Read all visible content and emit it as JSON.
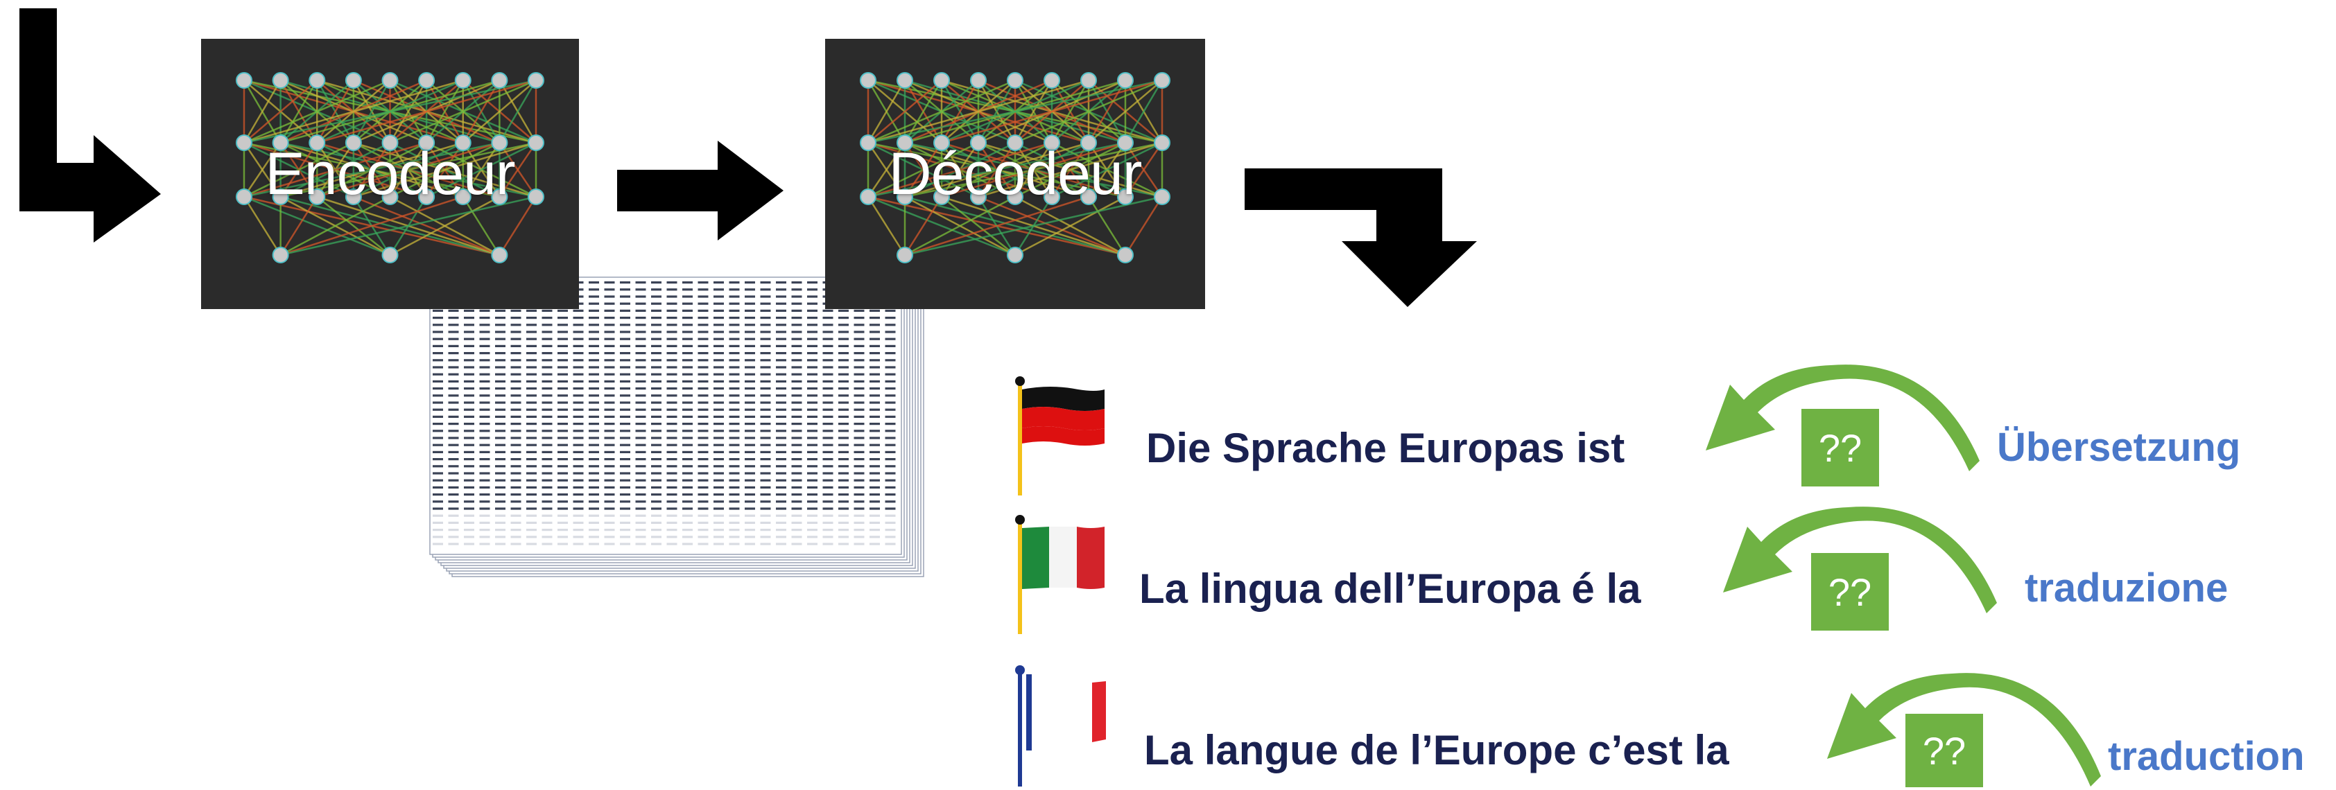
{
  "encoder": {
    "label": "Encodeur"
  },
  "decoder": {
    "label": "Décodeur"
  },
  "rows": [
    {
      "sentence": "Die Sprache Europas ist",
      "placeholder": "??",
      "word": "Übersetzung",
      "flag": "germany-flag-icon"
    },
    {
      "sentence": "La lingua dell’Europa é la",
      "placeholder": "??",
      "word": "traduzione",
      "flag": "italy-flag-icon"
    },
    {
      "sentence": "La langue de l’Europe c’est la",
      "placeholder": "??",
      "word": "traduction",
      "flag": "france-flag-icon"
    }
  ],
  "colors": {
    "box": "#2b2b2b",
    "arrow": "#000000",
    "green": "#6fb243",
    "sentence": "#1a2150",
    "word": "#4a78c9"
  }
}
